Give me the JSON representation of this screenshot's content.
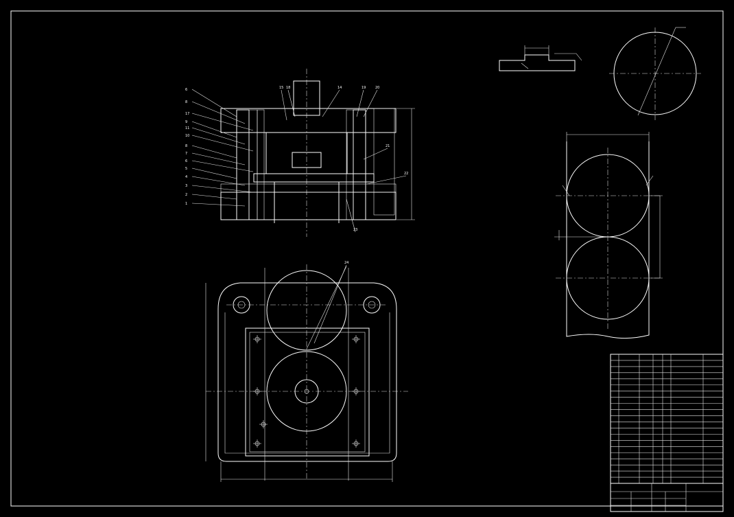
{
  "views": {
    "section_title": "",
    "plan_title": "",
    "part_title": "",
    "blank_title": "",
    "layout_title": ""
  },
  "callouts": [
    "6",
    "8",
    "17",
    "9",
    "11",
    "10",
    "8",
    "7",
    "6",
    "5",
    "4",
    "3",
    "2",
    "1",
    "15",
    "18",
    "14",
    "19",
    "20",
    "21",
    "22",
    "23",
    "24"
  ],
  "dims": {
    "d1": "",
    "d2": "",
    "d3": "",
    "d4": "",
    "d5": "",
    "d6": "",
    "d7": "",
    "d8": ""
  },
  "notes": {
    "heading": "",
    "lines": [
      "",
      "",
      "",
      "",
      "",
      "",
      "",
      "",
      ""
    ]
  },
  "bom_rows": 21,
  "title_block": {
    "drawing_name": "",
    "drawing_no": "",
    "scale": "",
    "material": ""
  },
  "colors": {
    "background": "#000000",
    "lines": "#ffffff"
  }
}
